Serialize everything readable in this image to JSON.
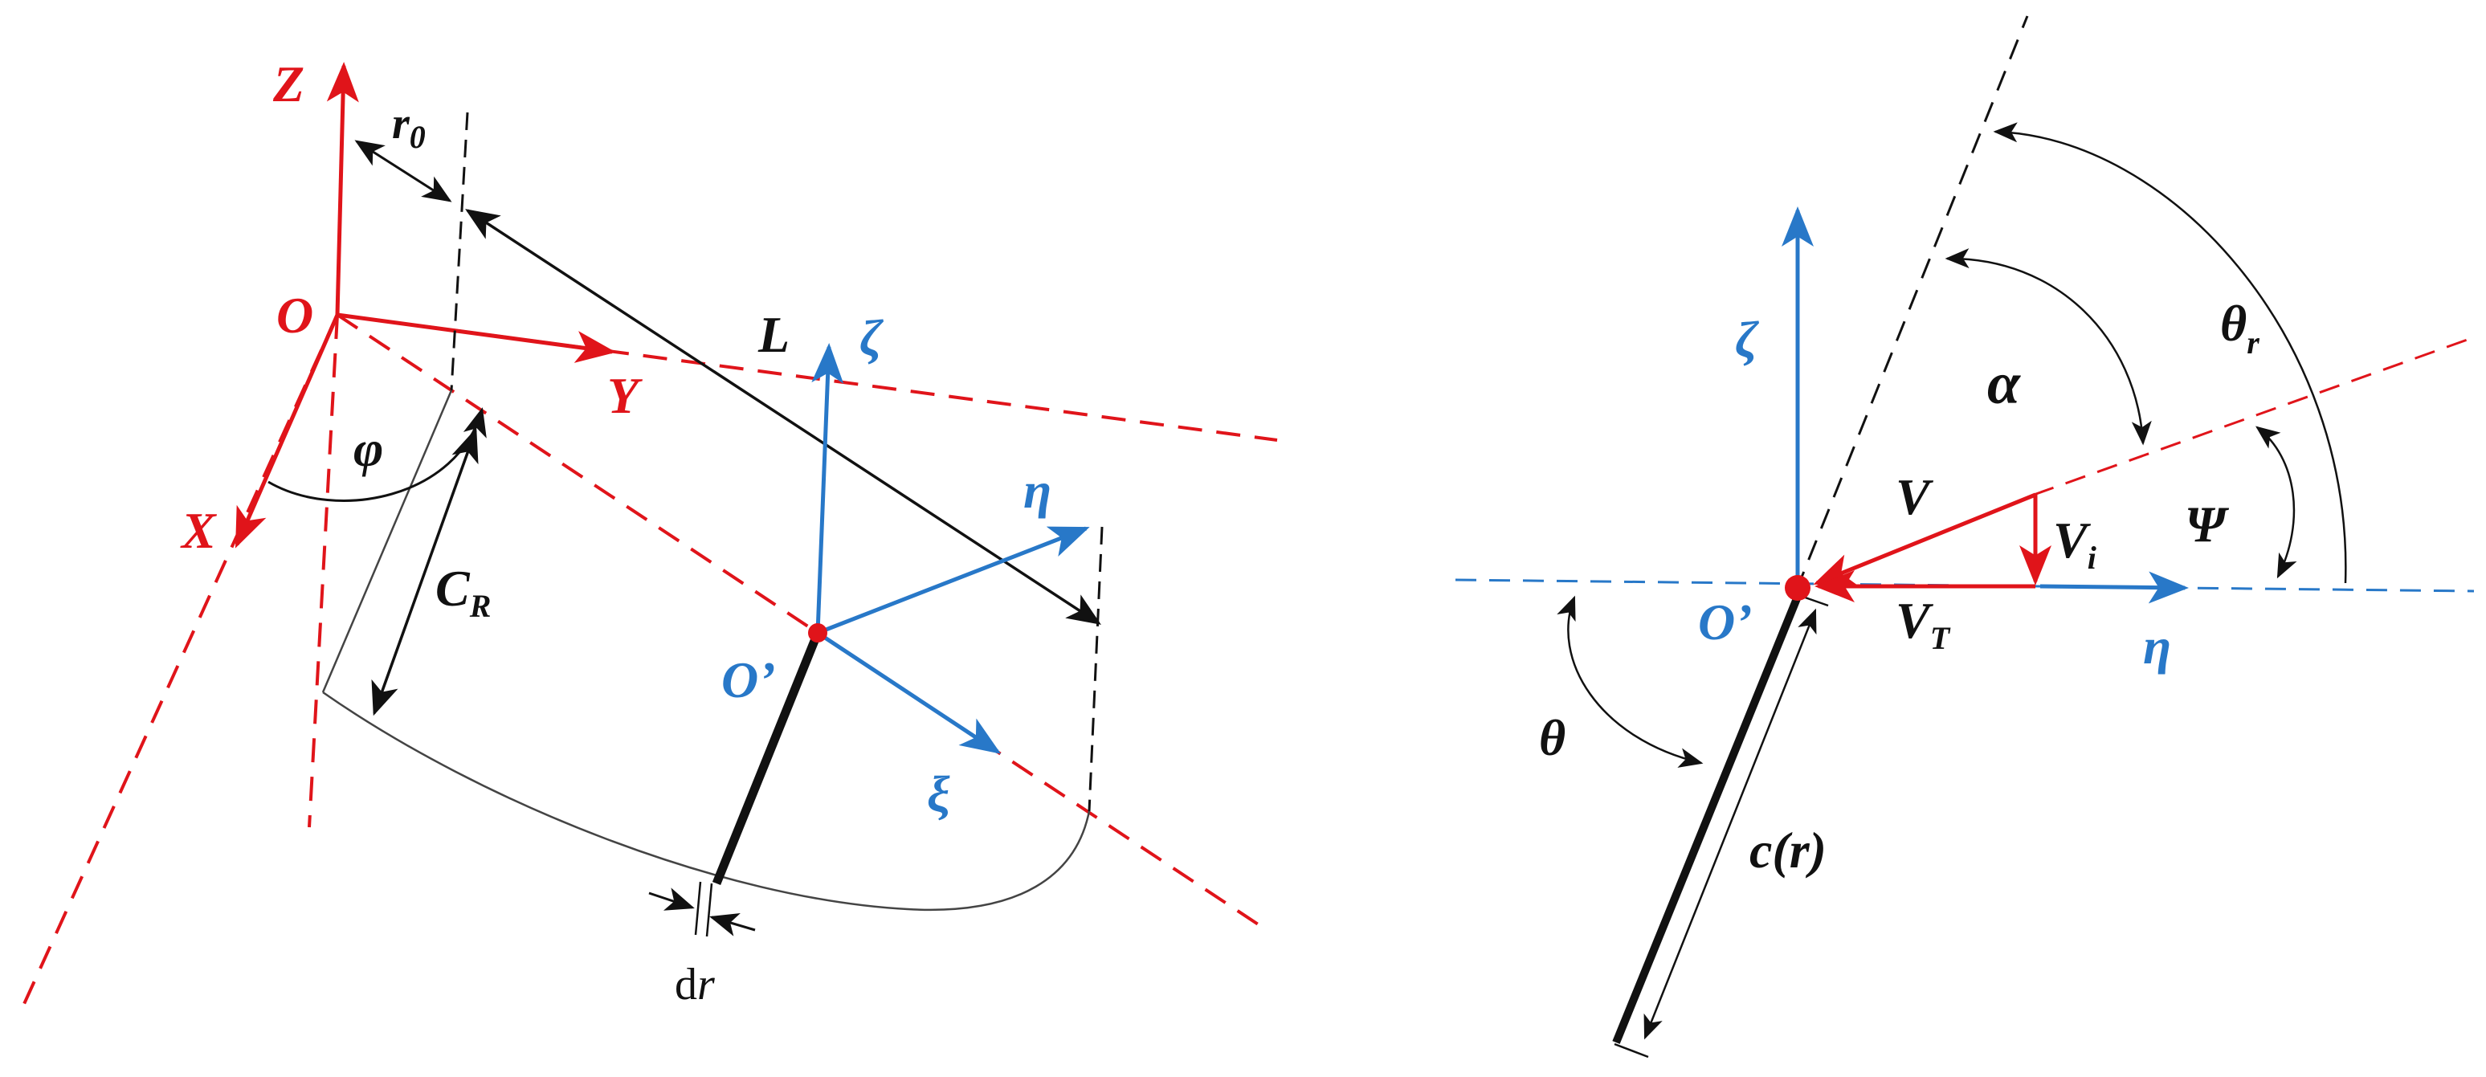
{
  "colors": {
    "red": "#e0141a",
    "blue": "#2878c8",
    "black": "#111111",
    "gray": "#444444"
  },
  "left_panel": {
    "axis_Z": "Z",
    "axis_Y": "Y",
    "axis_X": "X",
    "origin": "O",
    "r0_main": "r",
    "r0_sub": "0",
    "L": "L",
    "phi": "φ",
    "CR_main": "C",
    "CR_sub": "R",
    "zeta": "ζ",
    "eta": "η",
    "xi": "ξ",
    "origin_prime": "O’",
    "dr_d": "d",
    "dr_r": "r"
  },
  "right_panel": {
    "zeta": "ζ",
    "eta": "η",
    "origin_prime": "O’",
    "alpha": "α",
    "theta_r_main": "θ",
    "theta_r_sub": "r",
    "psi": "Ψ",
    "V": "V",
    "Vi_main": "V",
    "Vi_sub": "i",
    "VT_main": "V",
    "VT_sub": "T",
    "theta": "θ",
    "chord_label": "c(r)"
  }
}
